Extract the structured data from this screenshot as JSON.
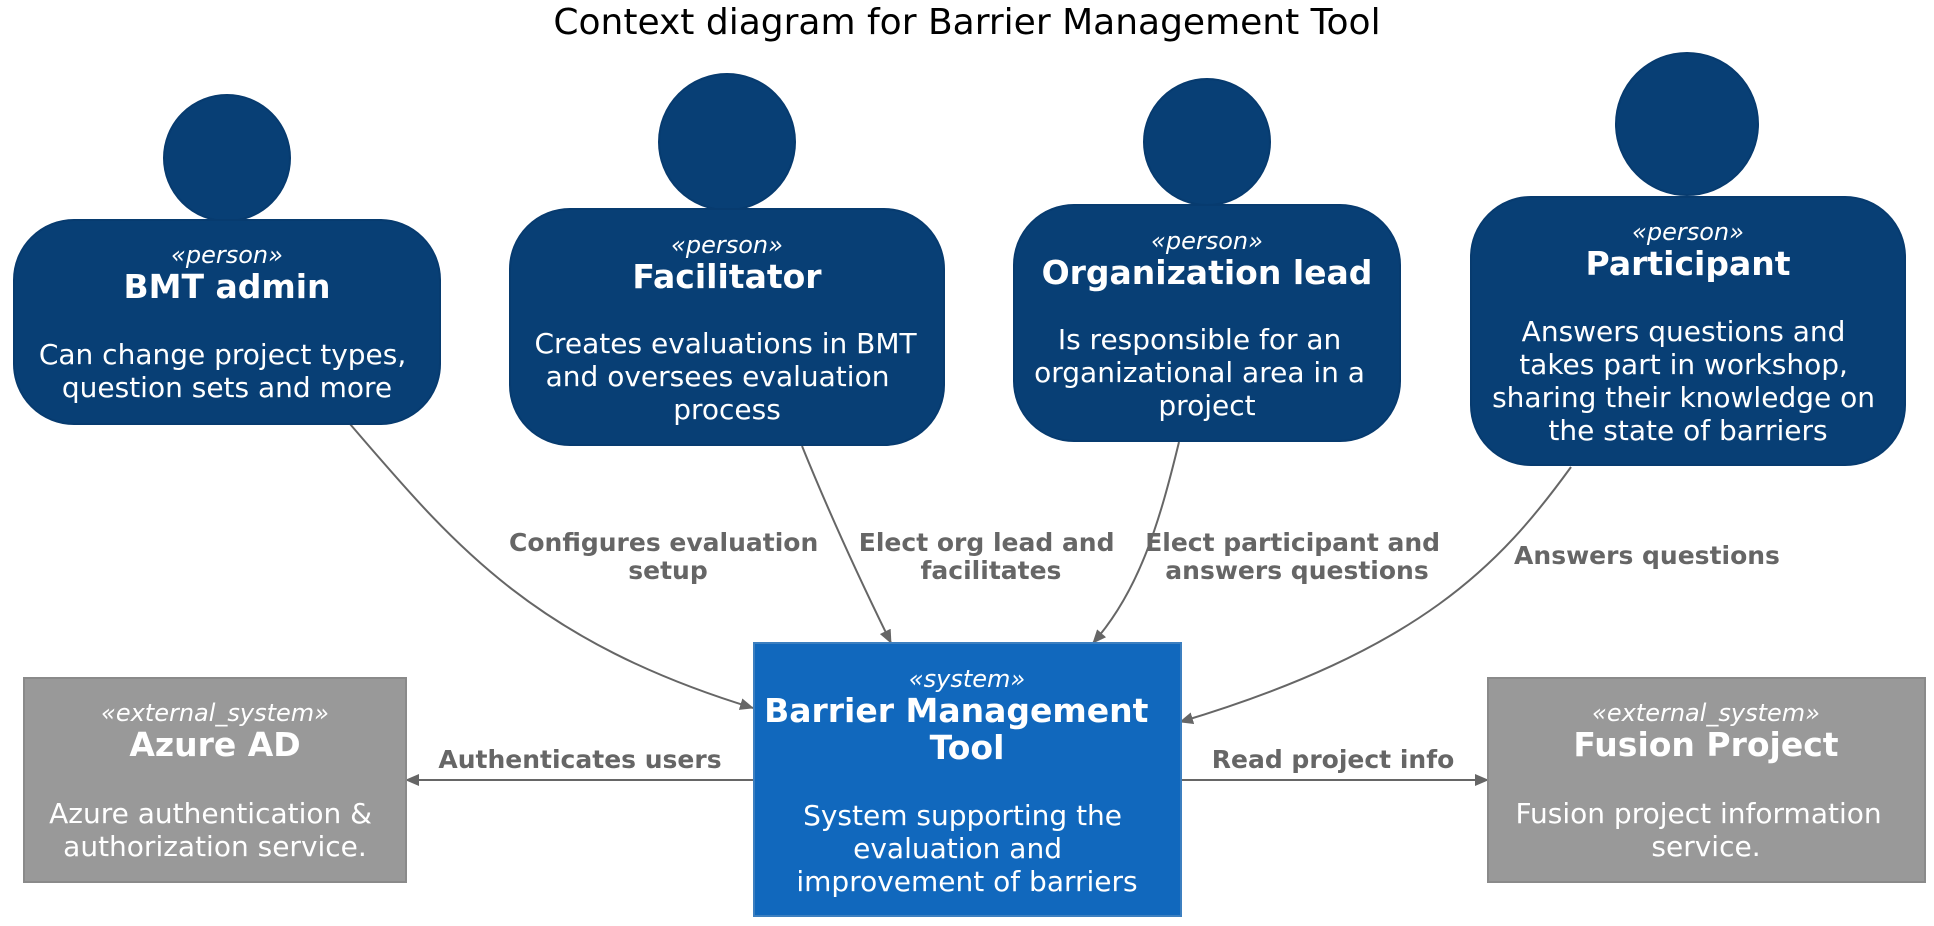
{
  "title": "Context diagram for Barrier Management Tool",
  "colors": {
    "person": "#083f75",
    "person_border": "#073b6f",
    "system": "#1168bd",
    "system_border": "#3c7fc0",
    "external": "#999999",
    "external_border": "#8a8a8a",
    "edge": "#666666"
  },
  "nodes": {
    "bmt_admin": {
      "stereotype": "«person»",
      "name": "BMT admin",
      "description": [
        "Can change project types,",
        "question sets and more"
      ]
    },
    "facilitator": {
      "stereotype": "«person»",
      "name": "Facilitator",
      "description": [
        "Creates evaluations in BMT",
        "and oversees evaluation",
        "process"
      ]
    },
    "org_lead": {
      "stereotype": "«person»",
      "name": "Organization lead",
      "description": [
        "Is responsible for an",
        "organizational area in a",
        "project"
      ]
    },
    "participant": {
      "stereotype": "«person»",
      "name": "Participant",
      "description": [
        "Answers questions and",
        "takes part in workshop,",
        "sharing their knowledge on",
        "the state of barriers"
      ]
    },
    "bmt": {
      "stereotype": "«system»",
      "name": [
        "Barrier Management",
        "Tool"
      ],
      "description": [
        "System supporting the",
        "evaluation and",
        "improvement of barriers"
      ]
    },
    "azure_ad": {
      "stereotype": "«external_system»",
      "name": "Azure AD",
      "description": [
        "Azure authentication &",
        "authorization service."
      ]
    },
    "fusion": {
      "stereotype": "«external_system»",
      "name": "Fusion Project",
      "description": [
        "Fusion project information",
        "service."
      ]
    }
  },
  "edges": {
    "admin_to_bmt": [
      "Configures evaluation",
      "setup"
    ],
    "facilitator_to_bmt": [
      "Elect org lead and",
      "facilitates"
    ],
    "orglead_to_bmt": [
      "Elect participant and",
      "answers questions"
    ],
    "participant_to_bmt": [
      "Answers questions"
    ],
    "bmt_to_azure": [
      "Authenticates users"
    ],
    "bmt_to_fusion": [
      "Read project info"
    ]
  }
}
